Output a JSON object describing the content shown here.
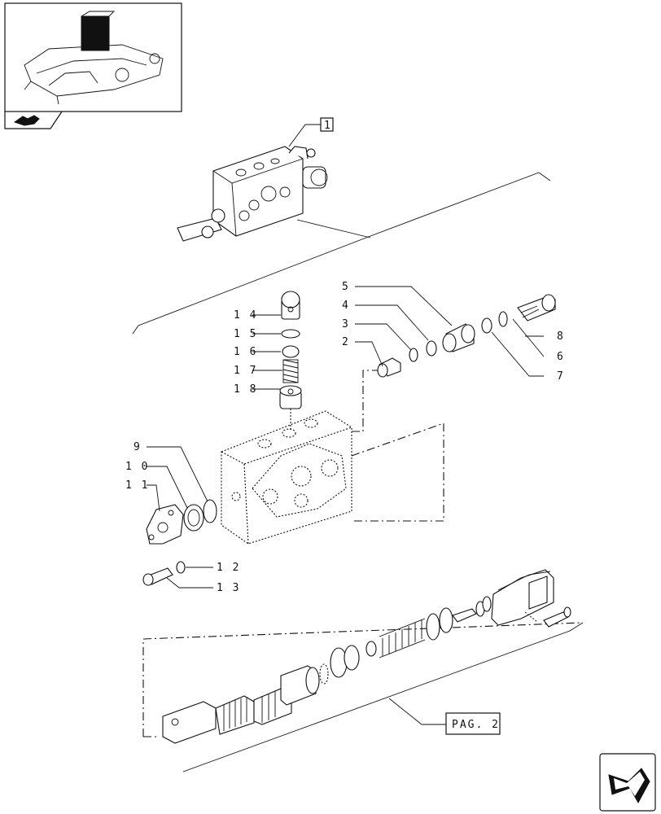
{
  "thumbnail": {
    "label": "thumbnail-overview"
  },
  "callouts": [
    {
      "id": "c1",
      "text": "1"
    },
    {
      "id": "c2",
      "text": "2"
    },
    {
      "id": "c3",
      "text": "3"
    },
    {
      "id": "c4",
      "text": "4"
    },
    {
      "id": "c5",
      "text": "5"
    },
    {
      "id": "c6",
      "text": "6"
    },
    {
      "id": "c7",
      "text": "7"
    },
    {
      "id": "c8",
      "text": "8"
    },
    {
      "id": "c9",
      "text": "9"
    },
    {
      "id": "c10",
      "text": "1 0"
    },
    {
      "id": "c11",
      "text": "1 1"
    },
    {
      "id": "c12",
      "text": "1 2"
    },
    {
      "id": "c13",
      "text": "1 3"
    },
    {
      "id": "c14",
      "text": "1 4"
    },
    {
      "id": "c15",
      "text": "1 5"
    },
    {
      "id": "c16",
      "text": "1 6"
    },
    {
      "id": "c17",
      "text": "1 7"
    },
    {
      "id": "c18",
      "text": "1 8"
    }
  ],
  "page_ref": {
    "text": "PAG. 2"
  },
  "icons": {
    "nav": "book-arrow-icon",
    "next": "next-page-arrow-icon"
  }
}
